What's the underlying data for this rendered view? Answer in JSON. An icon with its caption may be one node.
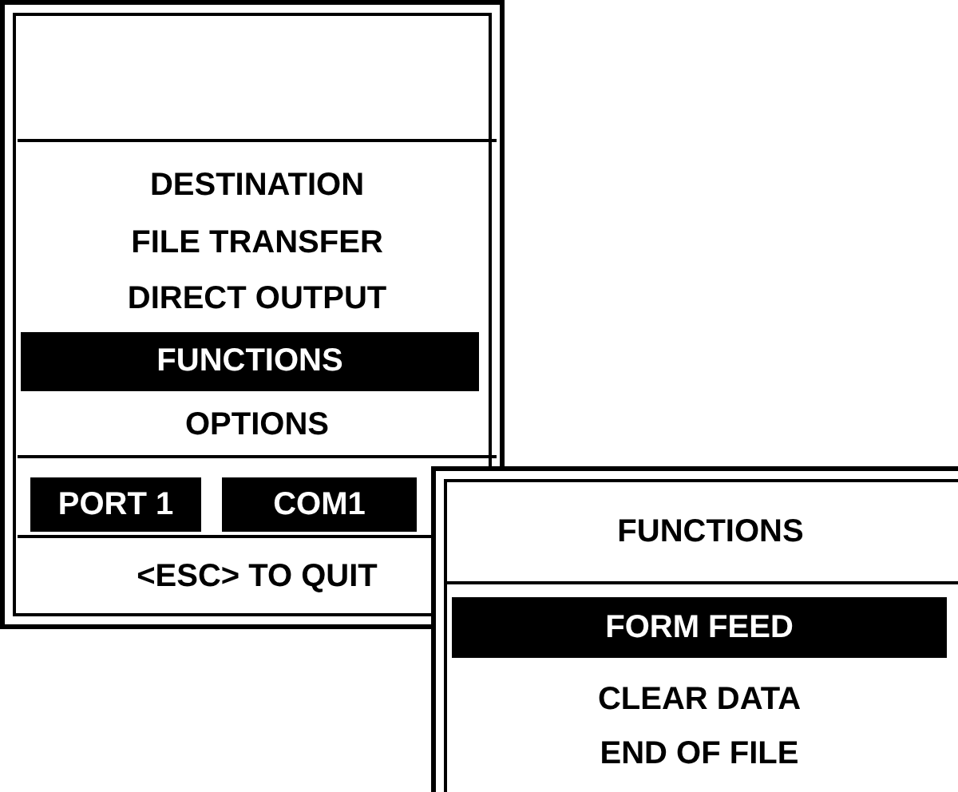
{
  "diagram": {
    "nodes": [
      {
        "text": [],
        "shape": "box"
      },
      {
        "text": [],
        "shape": "box",
        "in": 0
      },
      {
        "text": [],
        "shape": "box",
        "in": 0
      },
      {
        "text": [
          "DESTINATION"
        ],
        "in": 2
      },
      {
        "text": [
          "FILE TRANSFER"
        ],
        "in": 2
      },
      {
        "text": [
          "DIRECT OUTPUT"
        ],
        "in": 2
      },
      {
        "text": [
          "FUNCTIONS"
        ],
        "in": 2
      },
      {
        "text": [
          "OPTIONS"
        ],
        "in": 2
      },
      {
        "text": [],
        "shape": "box",
        "in": 0
      },
      {
        "text": [
          "PORT 1"
        ],
        "in": 8
      },
      {
        "text": [
          "COM1"
        ],
        "in": 8
      },
      {
        "text": [
          "<ESC> TO QUIT"
        ],
        "in": 0
      },
      {
        "text": [],
        "shape": "box"
      },
      {
        "text": [
          "FUNCTIONS"
        ],
        "in": 12
      },
      {
        "text": [],
        "shape": "box",
        "in": 12
      },
      {
        "text": [
          "FORM FEED"
        ],
        "in": 14
      },
      {
        "text": [
          "CLEAR DATA"
        ],
        "in": 14
      },
      {
        "text": [
          "END OF FILE"
        ],
        "in": 14
      }
    ],
    "edges": []
  }
}
